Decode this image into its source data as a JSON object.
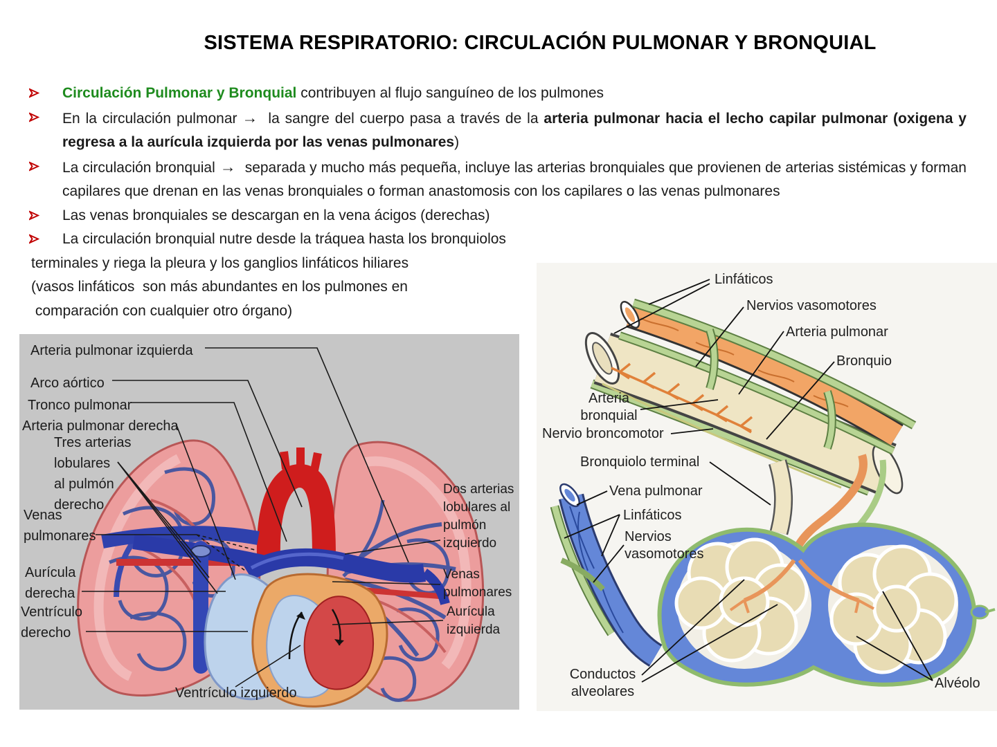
{
  "title": "SISTEMA RESPIRATORIO: CIRCULACIÓN PULMONAR Y BRONQUIAL",
  "colors": {
    "green_text": "#1e8b1e",
    "bullet_red": "#c00000",
    "left_figure_bg": "#c6c6c6",
    "right_figure_bg": "#f6f5f1"
  },
  "icons": {
    "bullet_marker": "outlined-arrowhead-right"
  },
  "bullets": {
    "b1": {
      "lead": "Circulación Pulmonar y Bronquial",
      "rest": " contribuyen al flujo sanguíneo de los pulmones"
    },
    "b2": {
      "pre": "En la circulación pulmonar",
      "arrow": "→",
      "mid": " la sangre del cuerpo pasa a través de la ",
      "bold": "arteria pulmonar hacia el lecho capilar pulmonar (oxigena y regresa a la aurícula izquierda por las venas pulmonares",
      "close": ")"
    },
    "b3": {
      "pre": "La circulación bronquial",
      "arrow": "→",
      "rest": " separada y mucho más pequeña, incluye las arterias bronquiales que provienen de arterias sistémicas y forman capilares que drenan en las venas bronquiales o forman anastomosis con los capilares o las venas pulmonares"
    },
    "b4": {
      "text": "Las venas bronquiales se descargan en la vena ácigos (derechas)"
    },
    "b5": {
      "text": "La circulación bronquial nutre desde la tráquea hasta los bronquiolos"
    }
  },
  "continuation": {
    "line1": "terminales y riega la pleura y los ganglios linfáticos hiliares",
    "line2": "(vasos linfáticos  son más abundantes en los pulmones en",
    "line3": " comparación con cualquier otro órgano)"
  },
  "left_figure": {
    "labels": {
      "arteria_pulmonar_izquierda": "Arteria pulmonar izquierda",
      "arco_aortico": "Arco aórtico",
      "tronco_pulmonar": "Tronco pulmonar",
      "arteria_pulmonar_derecha": "Arteria pulmonar derecha",
      "tres_arterias": "Tres arterias\nlobulares\nal pulmón\nderecho",
      "venas_pulmonares_izq": "Venas\npulmonares",
      "auricula_derecha": "Aurícula\nderecha",
      "ventriculo_derecho": "Ventrículo\nderecho",
      "ventriculo_izquierdo": "Ventrículo izquierdo",
      "dos_arterias": "Dos arterias\nlobulares al\npulmón\nizquierdo",
      "venas_pulmonares_der": "Venas\npulmonares",
      "auricula_izquierda": "Aurícula\nizquierda"
    }
  },
  "right_figure": {
    "labels": {
      "linfaticos_sup": "Linfáticos",
      "nervios_vasomotores_sup": "Nervios vasomotores",
      "arteria_pulmonar": "Arteria pulmonar",
      "bronquio": "Bronquio",
      "arteria_bronquial": "Arteria\nbronquial",
      "nervio_broncomotor": "Nervio broncomotor",
      "bronquiolo_terminal": "Bronquiolo terminal",
      "vena_pulmonar": "Vena pulmonar",
      "linfaticos_mid": "Linfáticos",
      "nervios_vasomotores_mid": "Nervios\nvasomotores",
      "conductos_alveolares": "Conductos\nalveolares",
      "alveolo": "Alvéolo"
    }
  }
}
